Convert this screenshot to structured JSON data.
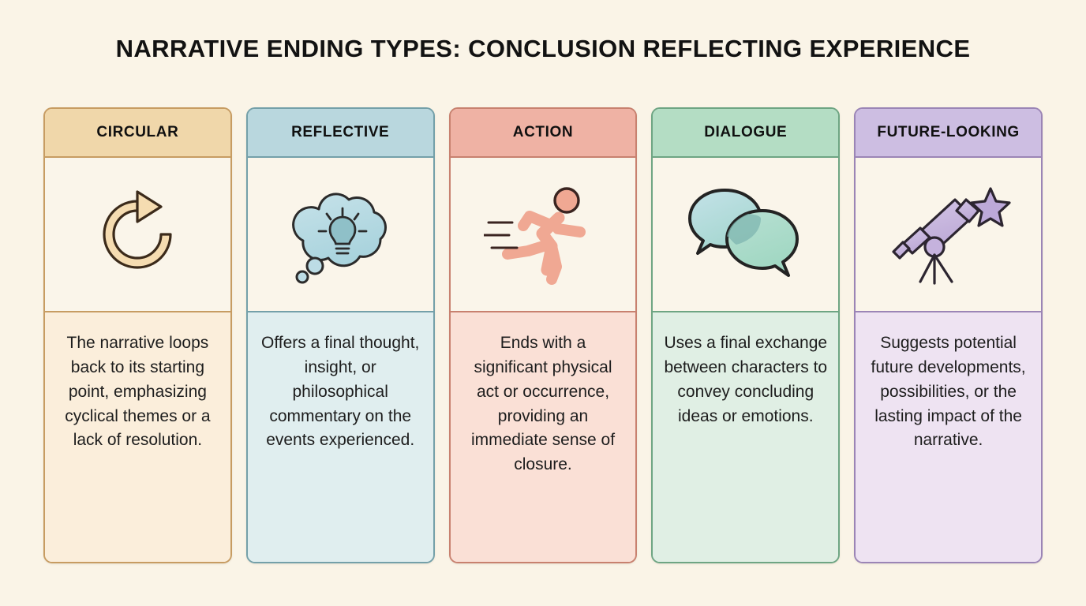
{
  "page": {
    "title": "NARRATIVE ENDING TYPES: CONCLUSION REFLECTING EXPERIENCE",
    "background_color": "#faf4e7"
  },
  "cards": [
    {
      "id": "circular",
      "header": "CIRCULAR",
      "icon": "circular-arrow-loop-icon",
      "description": "The narrative loops back to its starting point, emphasizing cyclical themes or a lack of resolution.",
      "colors": {
        "header_bg": "#f0d7aa",
        "body_bg": "#fbeedb",
        "border": "#c79c62",
        "icon_fill": "#f5dcb1",
        "icon_stroke": "#3b2a1a"
      }
    },
    {
      "id": "reflective",
      "header": "REFLECTIVE",
      "icon": "thought-cloud-lightbulb-icon",
      "description": "Offers a final thought, insight, or philosophical commentary on the events experienced.",
      "colors": {
        "header_bg": "#b9d7de",
        "body_bg": "#e0eeef",
        "border": "#74a0a9",
        "icon_fill": "#bcdce5",
        "icon_stroke": "#2b2b2b"
      }
    },
    {
      "id": "action",
      "header": "ACTION",
      "icon": "running-person-icon",
      "description": "Ends with a significant physical act or occurrence, providing an immediate sense of closure.",
      "colors": {
        "header_bg": "#efb2a4",
        "body_bg": "#fae0d6",
        "border": "#c8816f",
        "icon_fill": "#f0a893",
        "icon_stroke": "#3a2420"
      }
    },
    {
      "id": "dialogue",
      "header": "DIALOGUE",
      "icon": "speech-bubbles-icon",
      "description": "Uses a final exchange between characters to convey concluding ideas or emotions.",
      "colors": {
        "header_bg": "#b4ddc4",
        "body_bg": "#e0efe4",
        "border": "#6ea583",
        "icon_fill_back": "#b3dae0",
        "icon_fill_front": "#a8dcc4",
        "icon_stroke": "#232323"
      }
    },
    {
      "id": "future-looking",
      "header": "FUTURE-LOOKING",
      "icon": "telescope-star-icon",
      "description": "Suggests potential future developments, possibilities, or the lasting impact of the narrative.",
      "colors": {
        "header_bg": "#cdbee2",
        "body_bg": "#eee3f2",
        "border": "#9b85b6",
        "icon_fill": "#c5b2dd",
        "icon_stroke": "#2c2530"
      }
    }
  ]
}
